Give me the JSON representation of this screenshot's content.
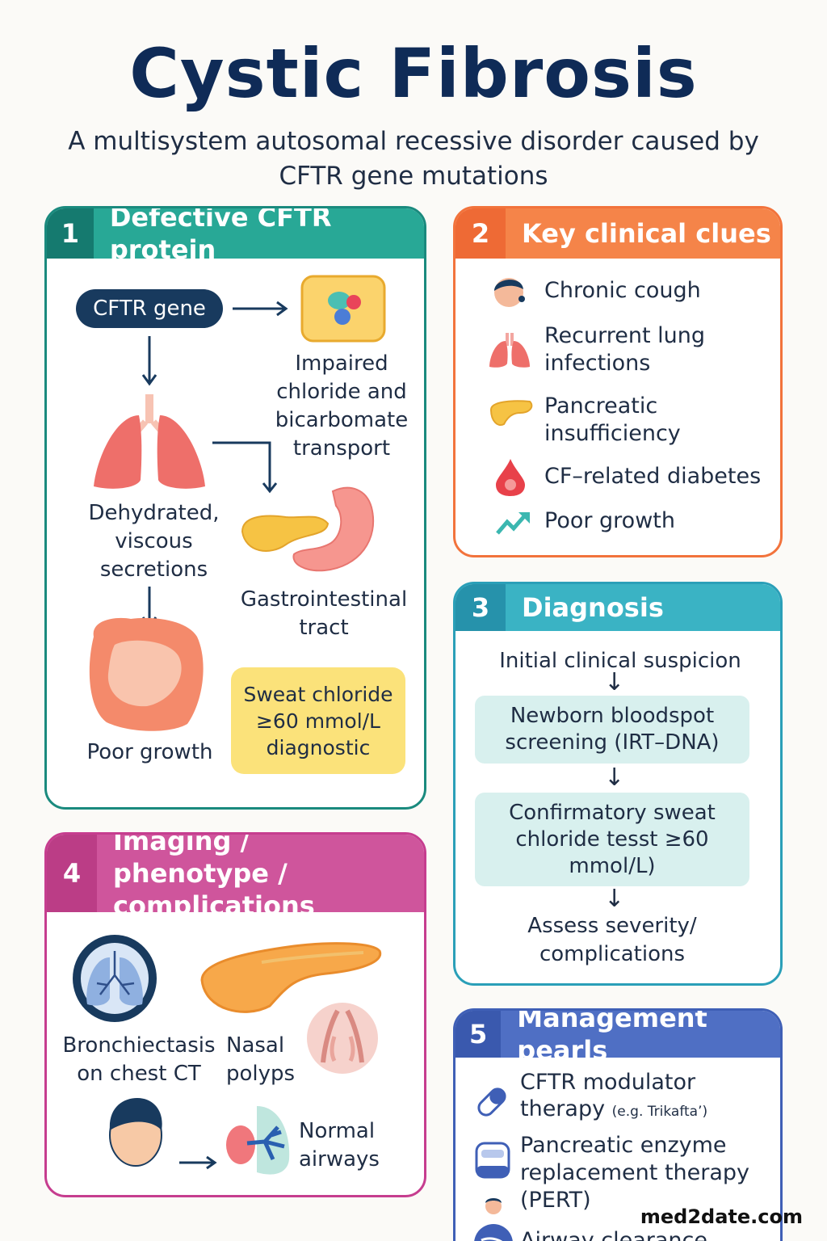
{
  "title": "Cystic Fibrosis",
  "subtitle": "A multisystem autosomal recessive disorder caused by CFTR gene mutations",
  "colors": {
    "section1": "#1a8a7e",
    "section2": "#f2733c",
    "section3": "#2a9fb8",
    "section4": "#c63d8f",
    "section5": "#3f5fb6"
  },
  "section1": {
    "number": "1",
    "title": "Defective CFTR protein",
    "gene_label": "CFTR gene",
    "impaired_transport": "Impaired chloride and bicarbomate transport",
    "secretions": "Dehydrated, viscous secretions",
    "gi_tract": "Gastrointestinal tract",
    "poor_growth": "Poor growth",
    "sweat_box": "Sweat chloride ≥60 mmol/L diagnostic"
  },
  "section2": {
    "number": "2",
    "title": "Key clinical clues",
    "items": [
      {
        "icon": "head-cough-icon",
        "label": "Chronic cough"
      },
      {
        "icon": "lungs-icon",
        "label": "Recurrent lung infections"
      },
      {
        "icon": "pancreas-icon",
        "label": "Pancreatic insufficiency"
      },
      {
        "icon": "blood-drop-icon",
        "label": "CF–related diabetes"
      },
      {
        "icon": "growth-arrow-icon",
        "label": "Poor growth"
      }
    ]
  },
  "section3": {
    "number": "3",
    "title": "Diagnosis",
    "step1": "Initial clinical suspicion",
    "step2": "Newborn bloodspot screening (IRT–DNA)",
    "step3": "Confirmatory sweat chloride tesst ≥60 mmol/L)",
    "step4": "Assess severity/ complications"
  },
  "section4": {
    "number": "4",
    "title": "Imaging / phenotype / complications",
    "bronchiectasis": "Bronchiectasis on chest CT",
    "nasal_polyps": "Nasal polyps",
    "normal_airways": "Normal airways"
  },
  "section5": {
    "number": "5",
    "title": "Management pearls",
    "item1_main": "CFTR modulator therapy",
    "item1_note": "(e.g. Trikafta’)",
    "item2": "Pancreatic enzyme replacement therapy (PERT)",
    "item3": "Airway clearance"
  },
  "brand": "med2date.com"
}
